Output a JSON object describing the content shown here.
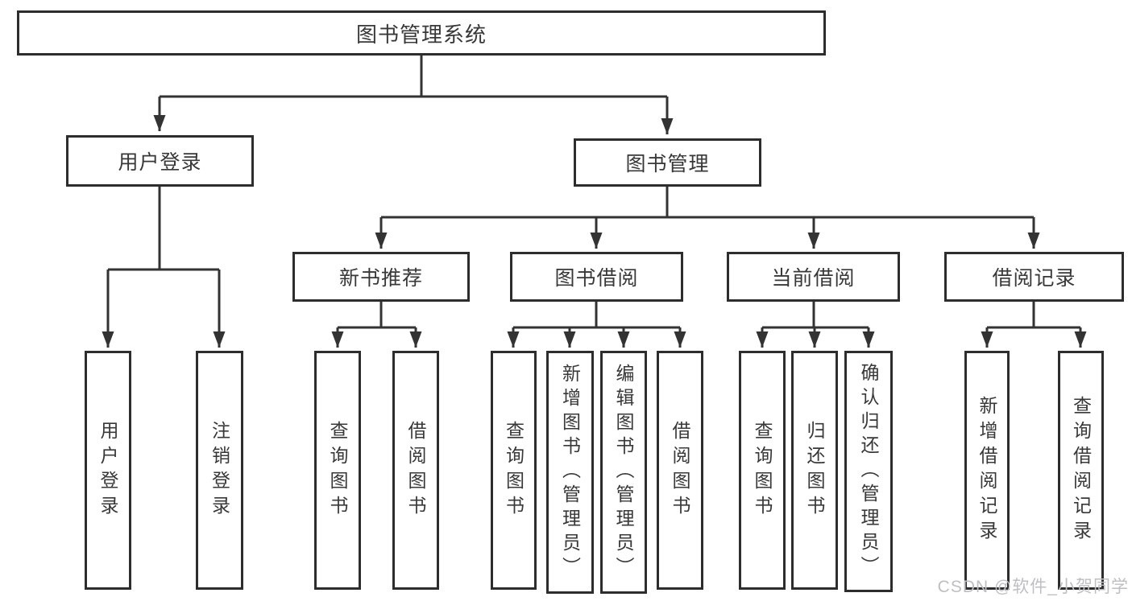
{
  "tree": {
    "root": {
      "label": "图书管理系统"
    },
    "branches": [
      {
        "label": "用户登录",
        "children": [
          {
            "label": "用户登录"
          },
          {
            "label": "注销登录"
          }
        ]
      },
      {
        "label": "图书管理",
        "children": [
          {
            "label": "新书推荐",
            "children": [
              {
                "label": "查询图书"
              },
              {
                "label": "借阅图书"
              }
            ]
          },
          {
            "label": "图书借阅",
            "children": [
              {
                "label": "查询图书"
              },
              {
                "label": "新增图书（管理员）"
              },
              {
                "label": "编辑图书（管理员）"
              },
              {
                "label": "借阅图书"
              }
            ]
          },
          {
            "label": "当前借阅",
            "children": [
              {
                "label": "查询图书"
              },
              {
                "label": "归还图书"
              },
              {
                "label": "确认归还（管理员）"
              }
            ]
          },
          {
            "label": "借阅记录",
            "children": [
              {
                "label": "新增借阅记录"
              },
              {
                "label": "查询借阅记录"
              }
            ]
          }
        ]
      }
    ]
  },
  "watermark": {
    "text": "CSDN @软件_小贺同学"
  },
  "colors": {
    "line": "#333333",
    "box_border": "#2d2d2d",
    "text": "#383838",
    "watermark": "#bfbfc3",
    "background": "#ffffff"
  }
}
